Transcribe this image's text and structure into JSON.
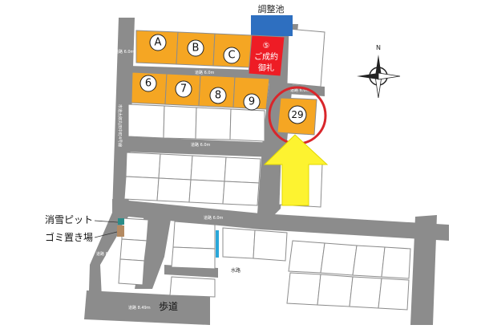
{
  "labels": {
    "pond": "調整池",
    "snow_pit": "消雪ピット",
    "garbage": "ゴミ置き場",
    "sidewalk": "歩道",
    "waterway": "水路"
  },
  "roads": {
    "road_top": "道路 6.0m",
    "road_mid1": "道路 6.0m",
    "road_29": "道路 6.0m",
    "road_mid2": "道路 6.0m",
    "road_cross": "道路 6.0m",
    "road_bottom": "道路 8.49m",
    "road_left_vertical": "市道太郎丸田中町4号線",
    "road_lower_left": "道路 8.0m"
  },
  "lots": {
    "A": "A",
    "B": "B",
    "C": "C",
    "n6": "6",
    "n7": "7",
    "n8": "8",
    "n9": "9",
    "n29": "29",
    "sold_number": "⑤",
    "sold_line1": "ご成約",
    "sold_line2": "御礼"
  },
  "compass": {
    "north": "N"
  },
  "colors": {
    "road": "#8c8c8c",
    "lot_fill": "#ffffff",
    "featured_lot": "#f5a623",
    "sold_lot": "#ee1c25",
    "pond": "#2e6fc0",
    "arrow": "#fdf330",
    "highlight_circle": "#d9262b",
    "waterway": "#2aa7d9",
    "snow_pit": "#2a8c88",
    "garbage": "#b48a62"
  }
}
